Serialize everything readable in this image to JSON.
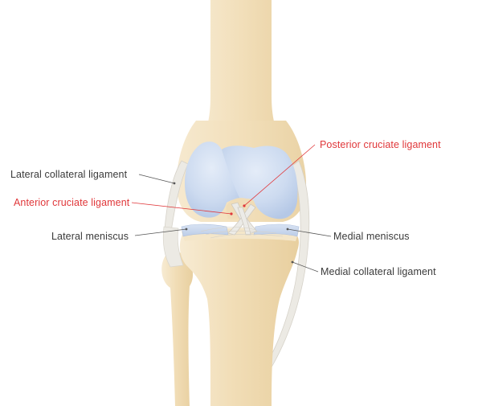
{
  "colors": {
    "label": "#3a3a3a",
    "highlight_label": "#e0373a",
    "bone": "#f3e3c3",
    "cartilage": "#c9d8ef",
    "ligament": "#eceae4"
  },
  "labels": {
    "lateral_collateral_ligament": "Lateral collateral ligament",
    "anterior_cruciate_ligament": "Anterior cruciate ligament",
    "lateral_meniscus": "Lateral meniscus",
    "posterior_cruciate_ligament": "Posterior cruciate ligament",
    "medial_meniscus": "Medial meniscus",
    "medial_collateral_ligament": "Medial collateral ligament"
  }
}
